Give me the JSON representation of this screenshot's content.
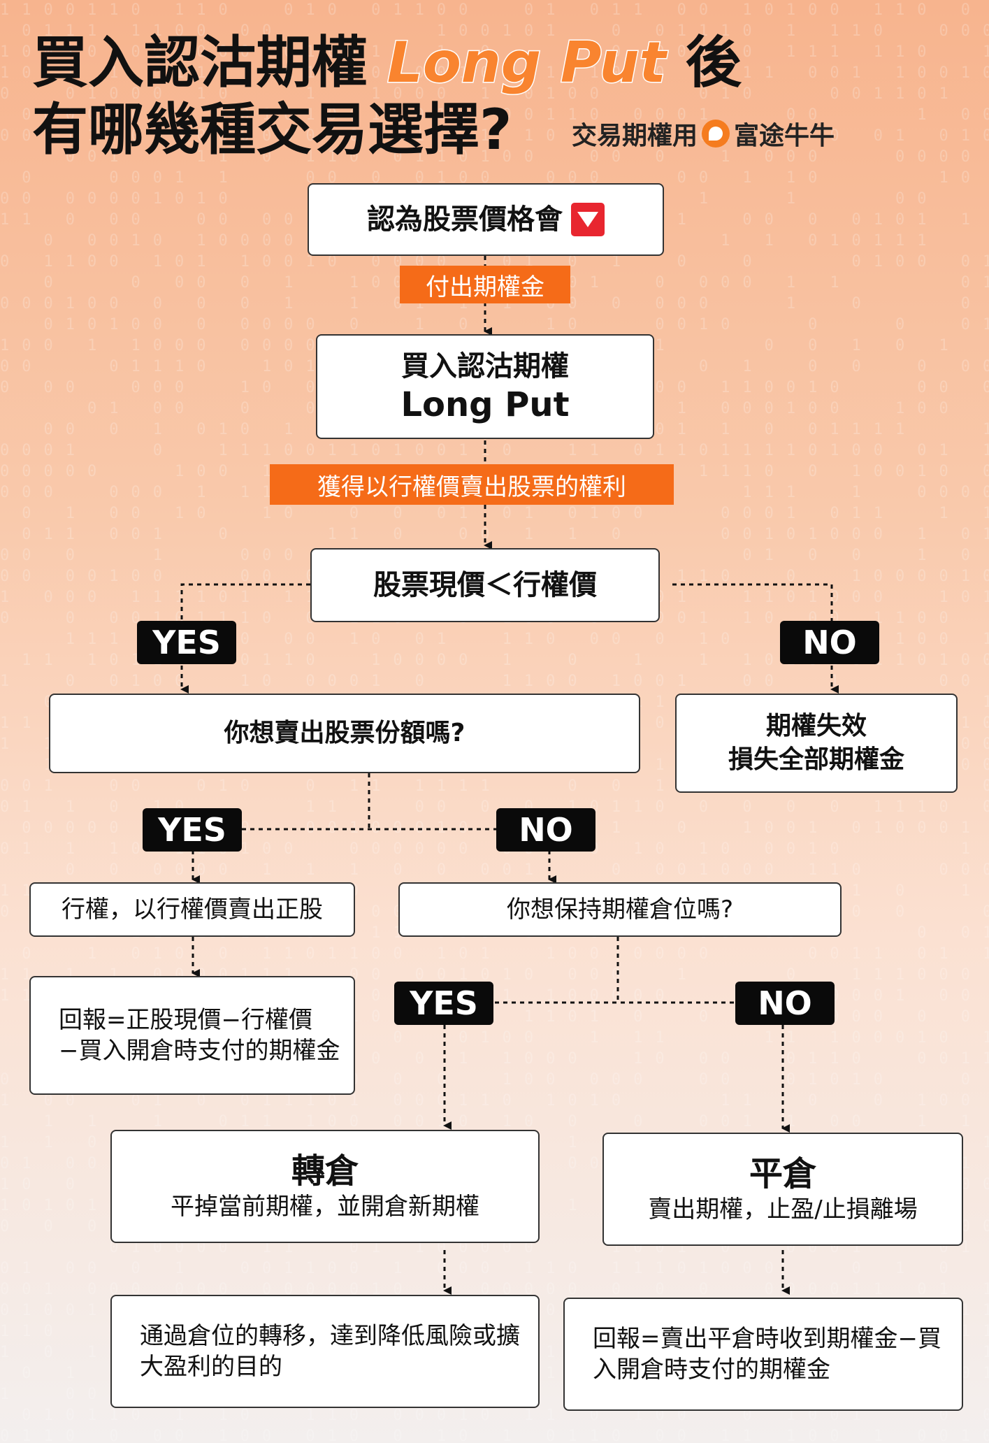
{
  "header": {
    "title_line1_a": "買入認沽期權",
    "title_line1_accent": "Long Put",
    "title_line1_b": "後",
    "title_line2": "有哪幾種交易選擇?",
    "brand_prefix": "交易期權用",
    "brand_name": "富途牛牛"
  },
  "flow": {
    "start": "認為股票價格會",
    "start_icon": "down-arrow-icon",
    "pay_premium": "付出期權金",
    "long_put_line1": "買入認沽期權",
    "long_put_line2": "Long Put",
    "right_gained": "獲得以行權價賣出股票的權利",
    "condition": "股票現價＜行權價",
    "yes": "YES",
    "no": "NO",
    "expire_line1": "期權失效",
    "expire_line2": "損失全部期權金",
    "question_sell": "你想賣出股票份額嗎?",
    "exercise": "行權，以行權價賣出正股",
    "exercise_return": "回報=正股現價−行權價−買入開倉時支付的期權金",
    "question_keep": "你想保持期權倉位嗎?",
    "roll_title": "轉倉",
    "roll_desc": "平掉當前期權，並開倉新期權",
    "roll_result": "通過倉位的轉移，達到降低風險或擴大盈利的目的",
    "close_title": "平倉",
    "close_desc": "賣出期權，止盈/止損離場",
    "close_return": "回報=賣出平倉時收到期權金−買入開倉時支付的期權金"
  },
  "colors": {
    "accent_orange": "#f56b18",
    "title_orange": "#f9842f",
    "label_black": "#0a0a0a",
    "down_red": "#e8262f"
  }
}
